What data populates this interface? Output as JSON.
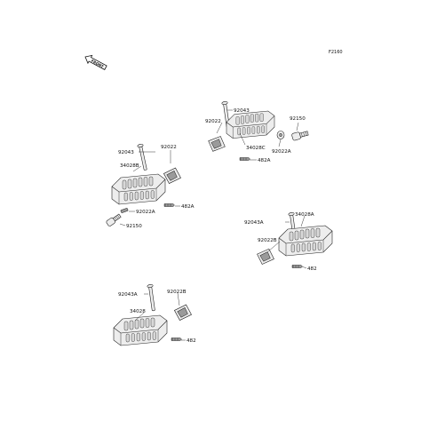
{
  "reference_code": "F2160",
  "front_badge": "FRONT",
  "callouts": [
    "92043",
    "92022",
    "34028B",
    "92022A",
    "482A",
    "92150",
    "92022",
    "92043",
    "34028C",
    "482A",
    "92150",
    "92022A",
    "92043A",
    "34028A",
    "92022B",
    "482",
    "92043A",
    "92022B",
    "34028",
    "482"
  ],
  "colors": {
    "line": "#222222",
    "fill": "#ededed",
    "shade": "#9a9a9a"
  }
}
